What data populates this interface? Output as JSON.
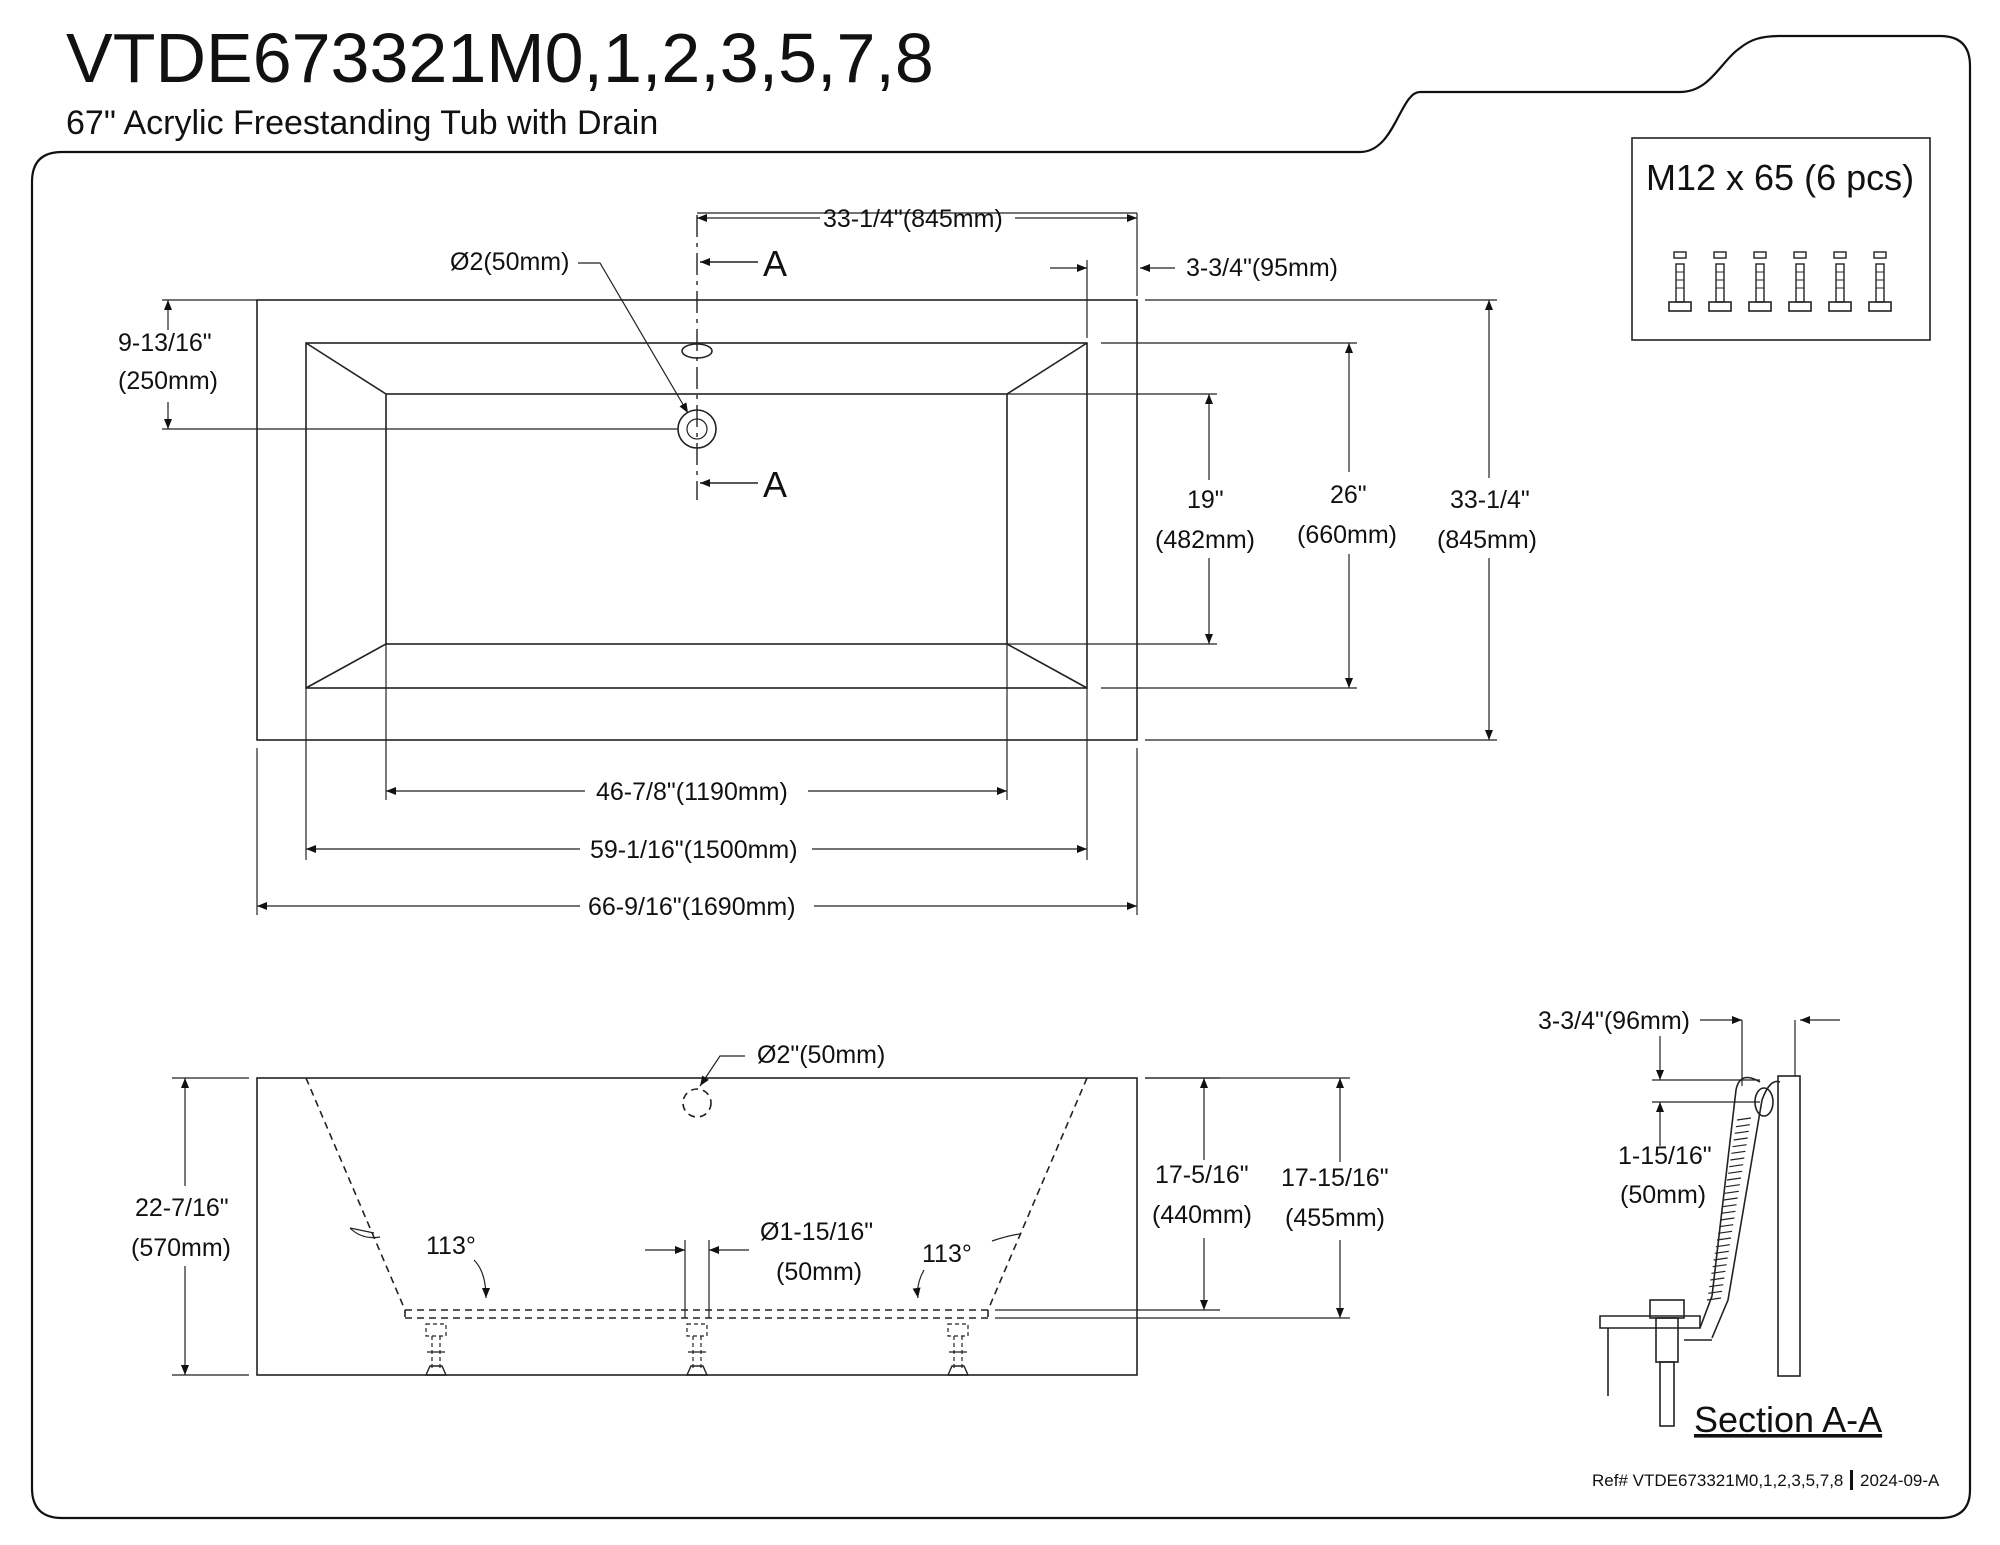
{
  "header": {
    "title": "VTDE673321M0,1,2,3,5,7,8",
    "subtitle": "67\" Acrylic Freestanding Tub with Drain"
  },
  "hardware": {
    "label": "M12 x 65 (6 pcs)",
    "count": 6
  },
  "top_view": {
    "section_marker": "A",
    "dims": {
      "drain_center_from_end": "33-1/4\"(845mm)",
      "drain_dia": "Ø2(50mm)",
      "rim_width": "3-3/4\"(95mm)",
      "drain_offset_in": "9-13/16\"",
      "drain_offset_mm": "(250mm)",
      "bottom_width_in": "19\"",
      "bottom_width_mm": "(482mm)",
      "inner_width_in": "26\"",
      "inner_width_mm": "(660mm)",
      "overall_width_in": "33-1/4\"",
      "overall_width_mm": "(845mm)",
      "bottom_length": "46-7/8\"(1190mm)",
      "inner_length": "59-1/16\"(1500mm)",
      "overall_length": "66-9/16\"(1690mm)"
    }
  },
  "side_view": {
    "dims": {
      "overflow_dia": "Ø2\"(50mm)",
      "height_in": "22-7/16\"",
      "height_mm": "(570mm)",
      "angle_left": "113°",
      "angle_right": "113°",
      "drain_dia_in": "Ø1-15/16\"",
      "drain_dia_mm": "(50mm)",
      "depth_in": "17-5/16\"",
      "depth_mm": "(440mm)",
      "water_depth_in": "17-15/16\"",
      "water_depth_mm": "(455mm)"
    }
  },
  "section": {
    "title": "Section A-A",
    "dims": {
      "rim_width": "3-3/4\"(96mm)",
      "overflow_drop_in": "1-15/16\"",
      "overflow_drop_mm": "(50mm)"
    }
  },
  "footer": {
    "ref": "Ref# VTDE673321M0,1,2,3,5,7,8",
    "date": "2024-09-A"
  }
}
